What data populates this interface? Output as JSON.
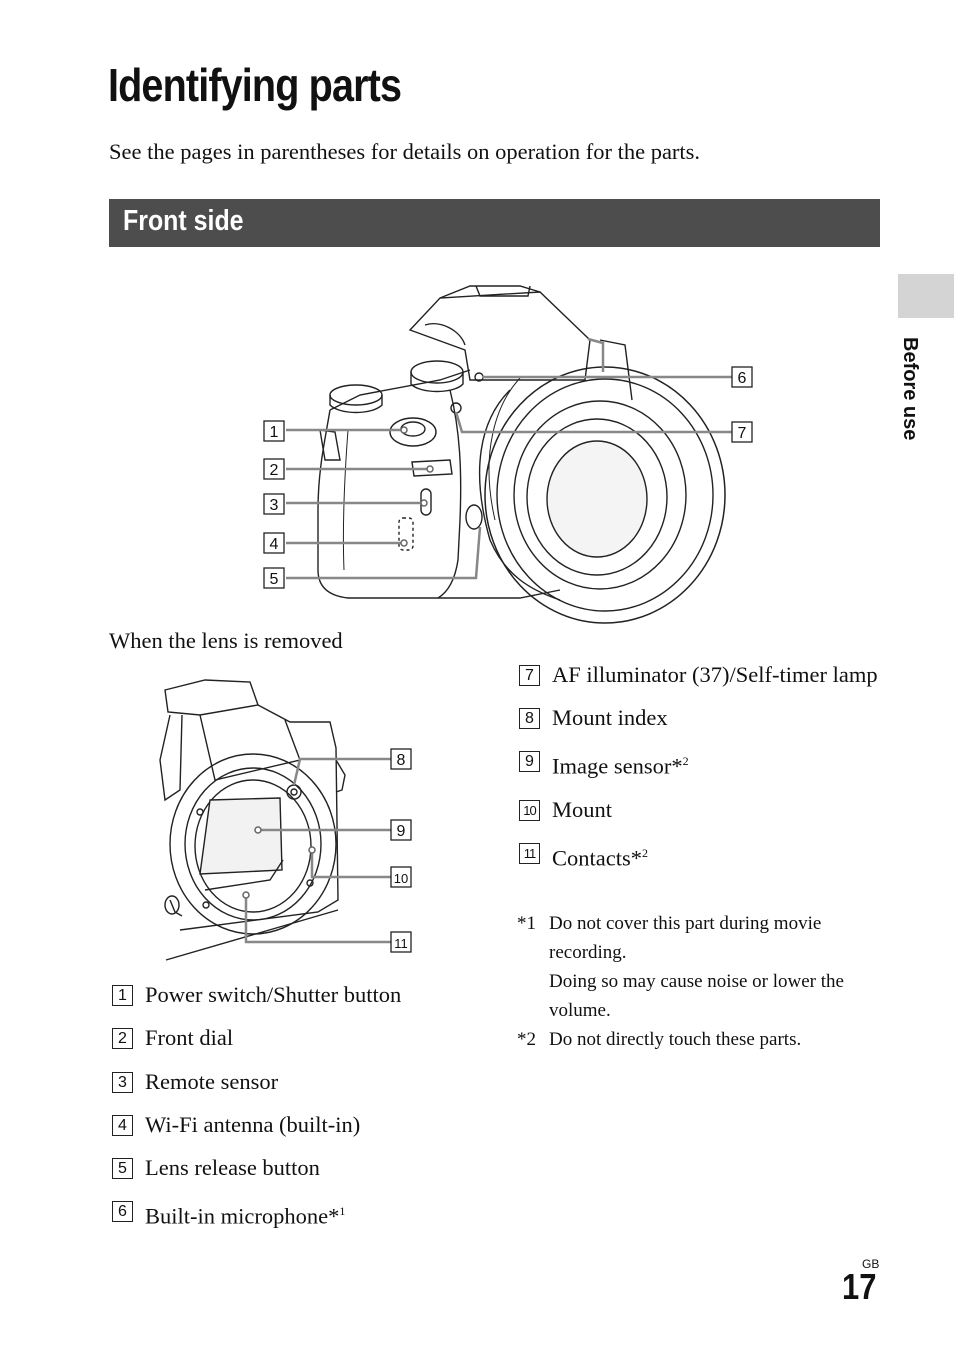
{
  "page": {
    "title": "Identifying parts",
    "intro": "See the pages in parentheses for details on operation for the parts.",
    "section_title": "Front side",
    "side_label": "Before use",
    "page_region": "GB",
    "page_number": "17"
  },
  "figure1": {
    "callouts": [
      "1",
      "2",
      "3",
      "4",
      "5",
      "6",
      "7"
    ]
  },
  "figure2": {
    "caption": "When the lens is removed",
    "callouts": [
      "8",
      "9",
      "10",
      "11"
    ]
  },
  "parts_left": [
    {
      "num": "1",
      "label": "Power switch/Shutter button",
      "sup": ""
    },
    {
      "num": "2",
      "label": "Front dial",
      "sup": ""
    },
    {
      "num": "3",
      "label": "Remote sensor",
      "sup": ""
    },
    {
      "num": "4",
      "label": "Wi-Fi antenna (built-in)",
      "sup": ""
    },
    {
      "num": "5",
      "label": "Lens release button",
      "sup": ""
    },
    {
      "num": "6",
      "label": "Built-in microphone*",
      "sup": "1"
    }
  ],
  "parts_right": [
    {
      "num": "7",
      "label": "AF illuminator (37)/Self-timer lamp",
      "sup": ""
    },
    {
      "num": "8",
      "label": "Mount index",
      "sup": ""
    },
    {
      "num": "9",
      "label": "Image sensor*",
      "sup": "2"
    },
    {
      "num": "10",
      "label": "Mount",
      "sup": ""
    },
    {
      "num": "11",
      "label": "Contacts*",
      "sup": "2"
    }
  ],
  "notes": [
    {
      "mark": "*1",
      "text": "Do not cover this part during movie recording.",
      "text2": "Doing so may cause noise or lower the volume."
    },
    {
      "mark": "*2",
      "text": "Do not directly touch these parts.",
      "text2": ""
    }
  ]
}
